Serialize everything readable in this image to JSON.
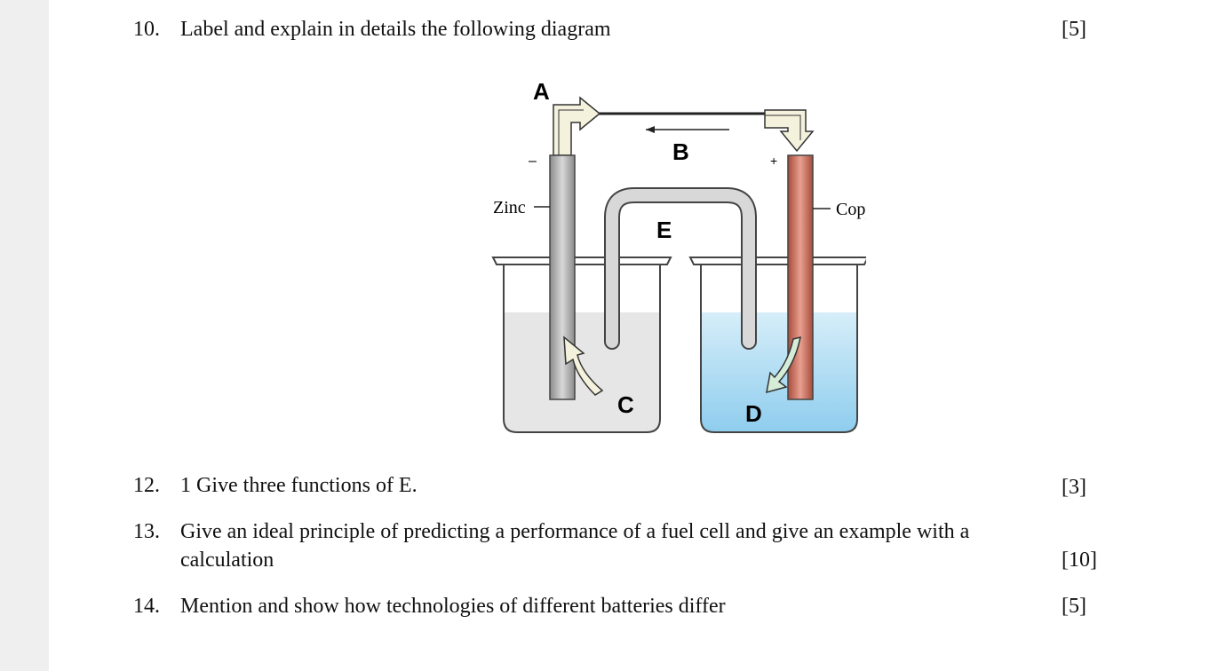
{
  "questions": [
    {
      "number": "10.",
      "text": "Label and explain in details the following diagram",
      "marks": "[5]"
    },
    {
      "number": "12.",
      "text": "1 Give three functions of E.",
      "marks": "[3]"
    },
    {
      "number": "13.",
      "text": "Give an ideal principle of predicting a performance of a fuel cell and give an example with a",
      "text2": "calculation",
      "marks": "[10]"
    },
    {
      "number": "14.",
      "text": "Mention and show how technologies of different batteries differ",
      "marks": "[5]"
    }
  ],
  "diagram": {
    "label_a": "A",
    "label_b": "B",
    "label_c": "C",
    "label_d": "D",
    "label_e": "E",
    "zinc": "Zinc",
    "copper": "Copper",
    "minus": "–",
    "plus": "+"
  }
}
